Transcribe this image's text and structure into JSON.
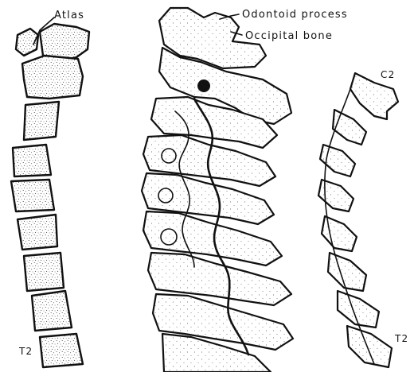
{
  "labels": {
    "atlas": "Atlas",
    "odontoid": "Odontoid process",
    "occipital": "Occipital bone",
    "c2": "C2",
    "t2_left": "T2",
    "t2_right": "T2"
  }
}
